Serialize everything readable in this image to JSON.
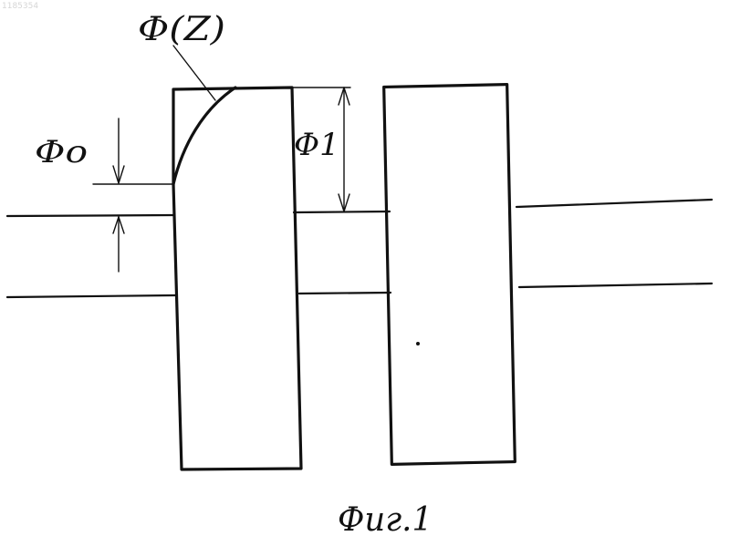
{
  "diagram": {
    "watermark": "1185354",
    "labels": {
      "phi_z": "Φ(Z)",
      "phi_0": "Φo",
      "phi_1": "Φ1",
      "caption": "Фиг.1"
    }
  }
}
